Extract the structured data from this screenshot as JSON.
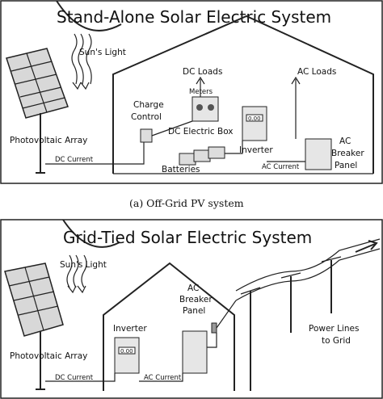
{
  "offgrid": {
    "title": "Stand-Alone Solar Electric System",
    "suns_light": "Sun's Light",
    "photovoltaic_array": "Photovoltaic Array",
    "charge_control_line1": "Charge",
    "charge_control_line2": "Control",
    "dc_loads": "DC Loads",
    "meters": "Meters",
    "dc_electric_box": "DC Electric Box",
    "ac_loads": "AC Loads",
    "inverter": "Inverter",
    "ac_breaker_panel_line1": "AC",
    "ac_breaker_panel_line2": "Breaker",
    "ac_breaker_panel_line3": "Panel",
    "dc_current": "DC Current",
    "batteries": "Batteries",
    "ac_current": "AC Current",
    "meter_display": "0.00"
  },
  "caption_a": "(a) Off-Grid PV system",
  "gridtied": {
    "title": "Grid-Tied Solar Electric System",
    "suns_light": "Sun's Light",
    "photovoltaic_array": "Photovoltaic Array",
    "inverter": "Inverter",
    "ac_breaker_panel_line1": "AC",
    "ac_breaker_panel_line2": "Breaker",
    "ac_breaker_panel_line3": "Panel",
    "power_lines_line1": "Power Lines",
    "power_lines_line2": "to Grid",
    "dc_current": "DC Current",
    "ac_current": "AC Current",
    "meter_display": "0.00"
  }
}
